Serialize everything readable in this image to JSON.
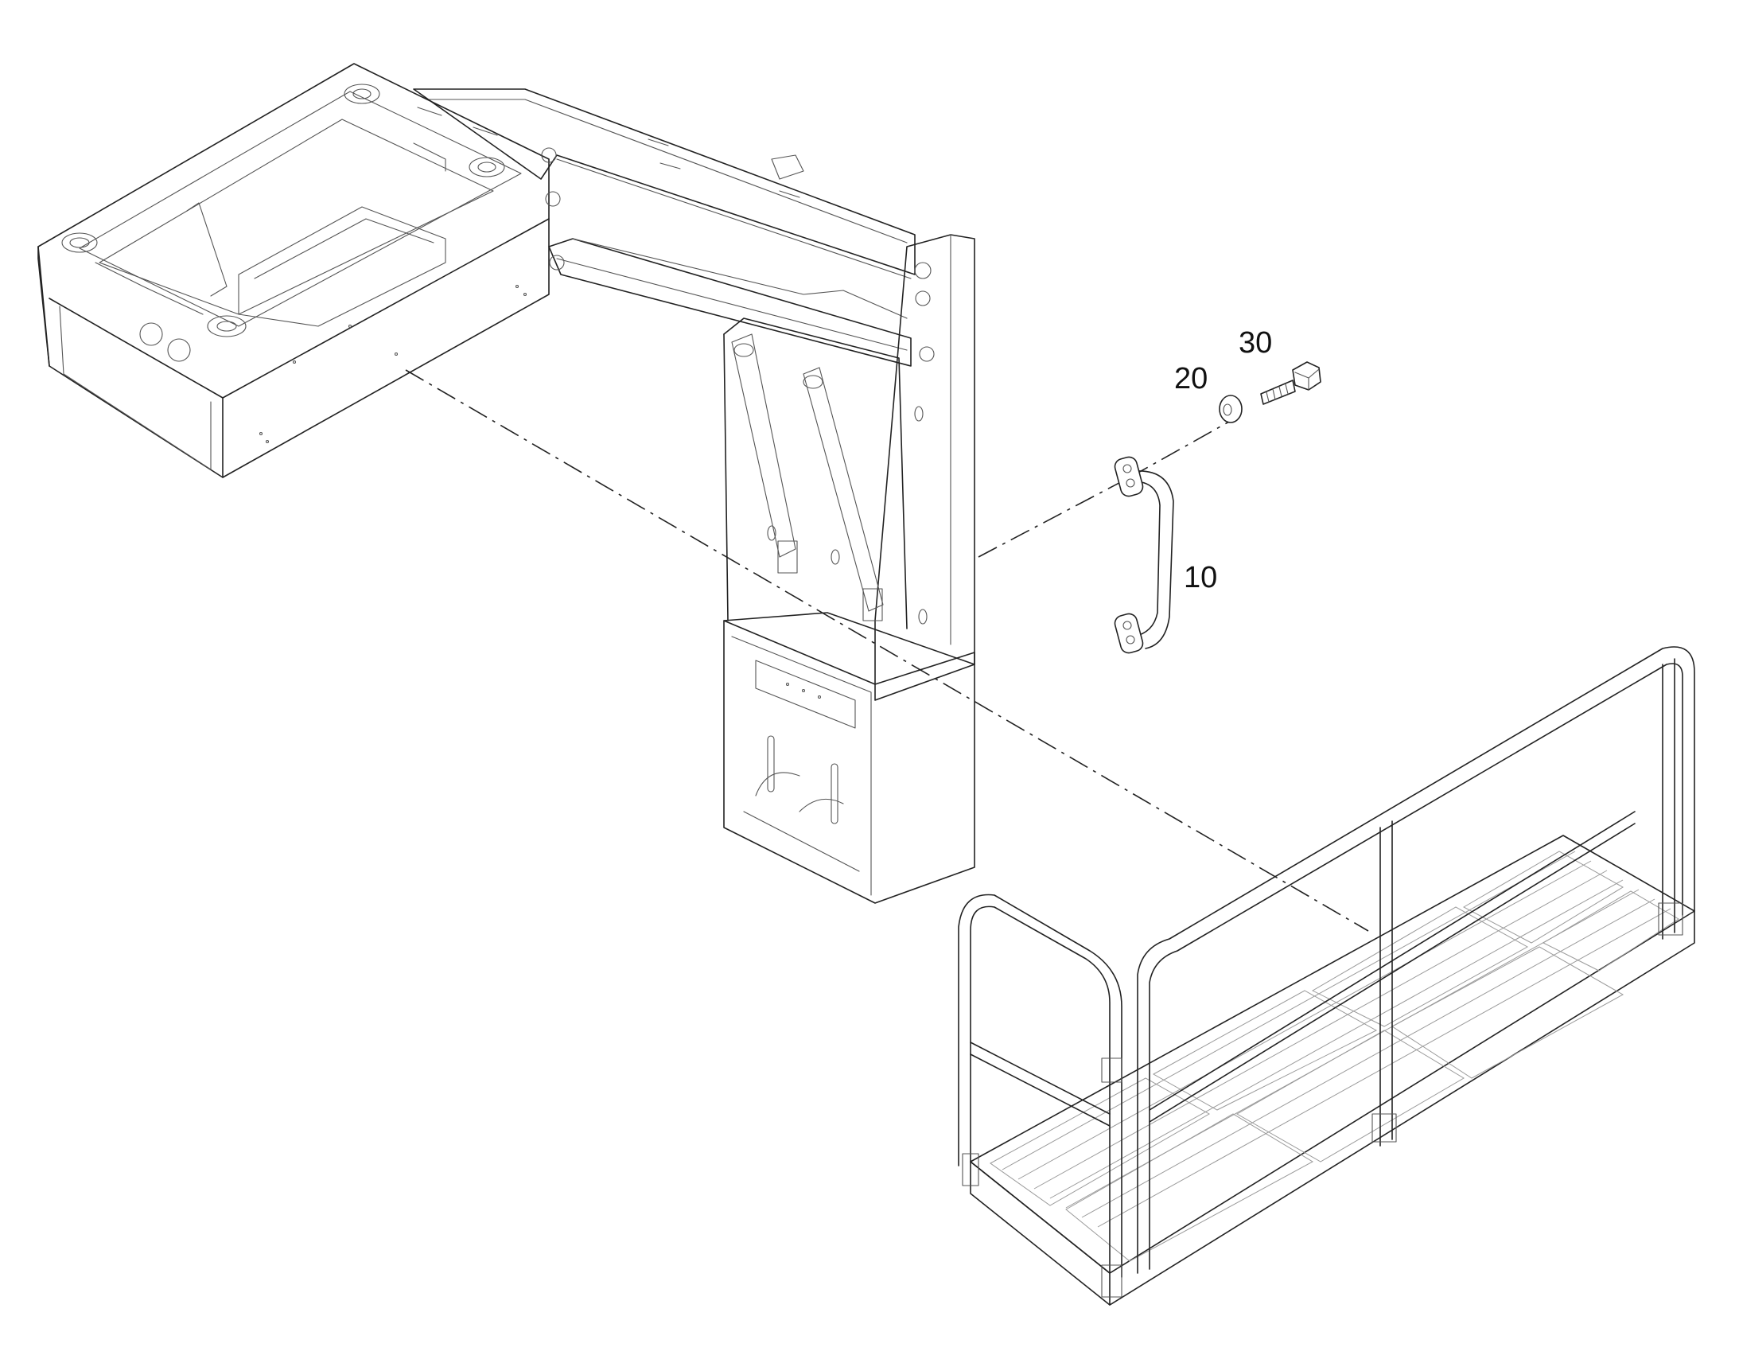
{
  "callouts": [
    {
      "id": "handle",
      "label": "10"
    },
    {
      "id": "washer",
      "label": "20"
    },
    {
      "id": "bolt",
      "label": "30"
    }
  ],
  "colors": {
    "line": "#222222",
    "background": "#ffffff"
  }
}
